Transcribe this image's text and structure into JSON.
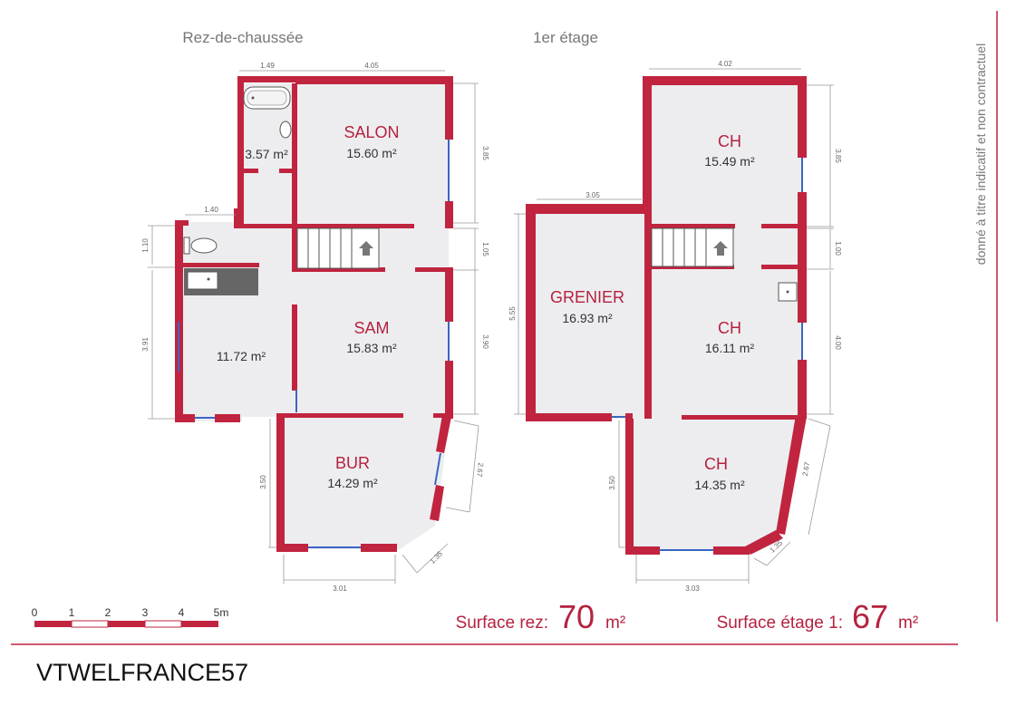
{
  "floors": [
    {
      "title": "Rez-de-chaussée",
      "rooms": [
        {
          "name": "",
          "area": "3.57 m²"
        },
        {
          "name": "SALON",
          "area": "15.60 m²"
        },
        {
          "name": "",
          "area": "11.72 m²"
        },
        {
          "name": "SAM",
          "area": "15.83 m²"
        },
        {
          "name": "BUR",
          "area": "14.29 m²"
        }
      ],
      "dimensions": [
        "1.49",
        "4.05",
        "3.85",
        "1.40",
        "1.10",
        "1.05",
        "3.91",
        "3.90",
        "3.50",
        "2.67",
        "3.01",
        "1.35"
      ]
    },
    {
      "title": "1er étage",
      "rooms": [
        {
          "name": "CH",
          "area": "15.49 m²"
        },
        {
          "name": "GRENIER",
          "area": "16.93 m²"
        },
        {
          "name": "CH",
          "area": "16.11 m²"
        },
        {
          "name": "CH",
          "area": "14.35 m²"
        }
      ],
      "dimensions": [
        "4.02",
        "3.85",
        "3.05",
        "1.00",
        "5.55",
        "4.00",
        "2.67",
        "3.50",
        "1.35",
        "3.03"
      ]
    }
  ],
  "surfaces": [
    {
      "label": "Surface rez:",
      "value": "70",
      "unit": "m²"
    },
    {
      "label": "Surface étage 1:",
      "value": "67",
      "unit": "m²"
    }
  ],
  "scale": {
    "ticks": [
      "0",
      "1",
      "2",
      "3",
      "4",
      "5m"
    ]
  },
  "reference": "VTWELFRANCE57",
  "disclaimer": "donné à titre indicatif et non contractuel",
  "colors": {
    "wall": "#c0243f",
    "floor": "#ededf0",
    "window": "#3a66c4",
    "accent": "#b5223f"
  }
}
